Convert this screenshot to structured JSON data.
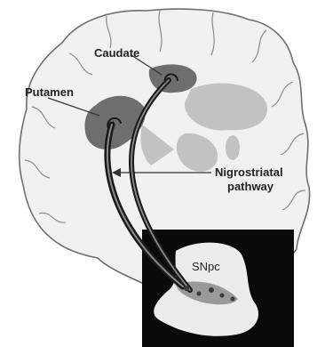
{
  "labels": {
    "caudate": "Caudate",
    "putamen": "Putamen",
    "pathway_line1": "Nigrostriatal",
    "pathway_line2": "pathway",
    "snpc": "SNpc"
  },
  "colors": {
    "brain": "#f1f1f1",
    "brain_outline": "#6f6f6f",
    "nucleus_dark": "#6e6e6e",
    "nucleus_light": "#c2c2c2",
    "inset_bg": "#0a0a0a",
    "midbrain": "#ececec",
    "text": "#222222"
  }
}
